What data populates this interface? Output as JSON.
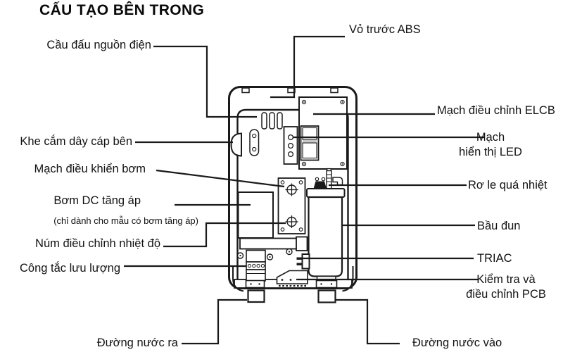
{
  "title": "CẤU TẠO BÊN TRONG",
  "labels": {
    "power_terminal": "Cầu đấu nguồn điện",
    "front_cover": "Vỏ trước ABS",
    "elcb_board": "Mạch điều chỉnh ELCB",
    "side_cable_slot": "Khe cắm dây cáp bên",
    "led_display": {
      "line1": "Mạch",
      "line2": "hiển thị LED"
    },
    "pump_control_board": "Mạch điều khiển bơm",
    "overheat_relay": "Rơ le quá nhiệt",
    "dc_pump": "Bơm DC tăng áp",
    "dc_pump_note": "(chỉ dành cho mẫu có bơm tăng áp)",
    "heating_tank": "Bầu đun",
    "temp_knob": "Núm điều chỉnh nhiệt độ",
    "triac": "TRIAC",
    "pcb_check": {
      "line1": "Kiểm tra và",
      "line2": "điều chỉnh PCB"
    },
    "flow_switch": "Công tắc lưu lượng",
    "water_outlet": "Đường nước ra",
    "water_inlet": "Đường nước vào"
  },
  "colors": {
    "line": "#1a1a1a",
    "text": "#121212",
    "background": "#ffffff"
  }
}
